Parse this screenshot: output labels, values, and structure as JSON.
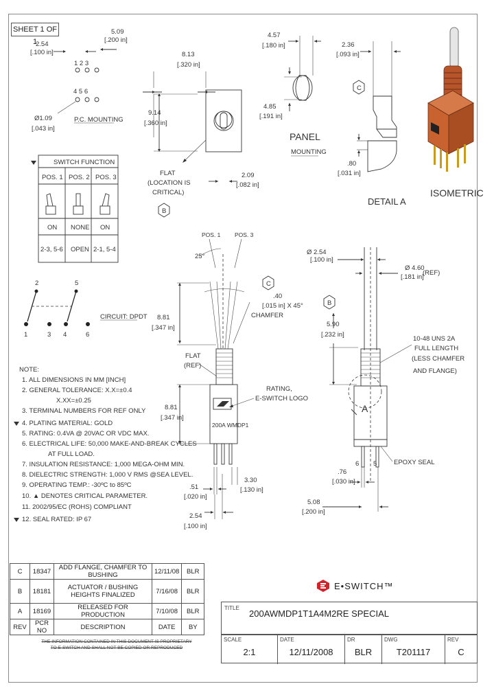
{
  "sheet": "SHEET 1 OF 1",
  "pc_mounting": {
    "dim_509": "5.09",
    "dim_509_in": "[.200 in]",
    "dim_254": "2.54",
    "dim_254_in": "[.100 in]",
    "pins_top": "1  2  3",
    "pins_bottom": "4  5  6",
    "hole_dia": "Ø1.09",
    "hole_dia_in": "[.043 in]",
    "label": "P.C. MOUNTING"
  },
  "panel": {
    "dim_813": "8.13",
    "dim_813_in": "[.320 in]",
    "dim_914": "9.14",
    "dim_914_in": "[.360 in]",
    "dim_209": "2.09",
    "dim_209_in": "[.082 in]",
    "flat_note": [
      "FLAT",
      "(LOCATION IS",
      "CRITICAL)"
    ],
    "critical_b": "B"
  },
  "panel_mounting": {
    "dim_457": "4.57",
    "dim_457_in": "[.180 in]",
    "dim_485": "4.85",
    "dim_485_in": "[.191 in]",
    "title": "PANEL",
    "subtitle": "MOUNTING"
  },
  "detail_a": {
    "dim_236": "2.36",
    "dim_236_in": "[.093 in]",
    "dim_080": ".80",
    "dim_080_in": "[.031 in]",
    "critical_c": "C",
    "label": "DETAIL  A"
  },
  "isometric": {
    "label": "ISOMETRIC",
    "colors": {
      "body": "#c8622e",
      "spring": "#b8542a",
      "pins": "#c89a20"
    }
  },
  "switch_function": {
    "title": "SWITCH FUNCTION",
    "headers": [
      "POS. 1",
      "POS. 2",
      "POS. 3"
    ],
    "states": [
      "ON",
      "NONE",
      "ON"
    ],
    "connections": [
      "2-3, 5-6",
      "OPEN",
      "2-1, 5-4"
    ]
  },
  "circuit": {
    "top_terminals": [
      "2",
      "5"
    ],
    "bottom_terminals": [
      "1",
      "3",
      "4",
      "6"
    ],
    "label": "CIRCUIT: DPDT"
  },
  "front_view": {
    "pos1": "POS. 1",
    "pos3": "POS. 3",
    "angle": "25°",
    "dim_881_top": "8.81",
    "dim_881_top_in": "[.347 in]",
    "dim_881_bot": "8.81",
    "dim_881_bot_in": "[.347 in]",
    "flat_ref": [
      "FLAT",
      "(REF)"
    ],
    "rating_note": [
      "RATING,",
      "E-SWITCH LOGO"
    ],
    "body_text": "200A  WMDP1",
    "dim_051": ".51",
    "dim_051_in": "[.020 in]",
    "dim_330": "3.30",
    "dim_330_in": "[.130 in]",
    "dim_254": "2.54",
    "dim_254_in": "[.100 in]",
    "chamfer": [
      ".40",
      "[.015 in] X 45°",
      "CHAMFER"
    ],
    "critical_c": "C"
  },
  "side_view": {
    "dim_254": "Ø 2.54",
    "dim_254_in": "[.100 in]",
    "dim_460": "Ø 4.60",
    "dim_460_in": "[.181 in]",
    "ref": "(REF)",
    "dim_590": "5.90",
    "dim_590_in": "[.232 in]",
    "thread": [
      "10-48 UNS 2A",
      "FULL LENGTH",
      "(LESS CHAMFER",
      "AND FLANGE)"
    ],
    "detail_a": "A",
    "critical_b": "B",
    "pin_6": "6",
    "pin_5": "5",
    "epoxy": "EPOXY SEAL",
    "dim_076": ".76",
    "dim_076_in": "[.030 in]",
    "dim_508": "5.08",
    "dim_508_in": "[.200 in]"
  },
  "notes": [
    "NOTE:",
    "1. ALL DIMENSIONS IN MM [INCH]",
    "2. GENERAL TOLERANCE: X.X=±0.4",
    "X.XX=±0.25",
    "3. TERMINAL NUMBERS FOR REF ONLY",
    "4. PLATING MATERIAL: GOLD",
    "5. RATING: 0.4VA @ 20VAC OR VDC MAX.",
    "6. ELECTRICAL LIFE: 50,000 MAKE-AND-BREAK CYCLES",
    "AT FULL LOAD.",
    "7. INSULATION RESISTANCE: 1,000 MEGA-OHM MIN.",
    "8. DIELECTRIC STRENGTH: 1,000 V RMS @SEA LEVEL.",
    "9. OPERATING TEMP.: -30ºC to 85ºC",
    "10. ▲ DENOTES CRITICAL PARAMETER.",
    "11. 2002/95/EC (ROHS) COMPLIANT",
    "12. SEAL RATED: IP 67"
  ],
  "revisions": {
    "rows": [
      {
        "rev": "C",
        "pcr": "18347",
        "desc": "ADD FLANGE, CHAMFER TO BUSHING",
        "date": "12/11/08",
        "by": "BLR"
      },
      {
        "rev": "B",
        "pcr": "18181",
        "desc": "ACTUATOR / BUSHING HEIGHTS FINALIZED",
        "date": "7/16/08",
        "by": "BLR"
      },
      {
        "rev": "A",
        "pcr": "18169",
        "desc": "RELEASED FOR PRODUCTION",
        "date": "7/10/08",
        "by": "BLR"
      }
    ],
    "headers": {
      "rev": "REV",
      "pcr": "PCR NO",
      "desc": "DESCRIPTION",
      "date": "DATE",
      "by": "BY"
    }
  },
  "proprietary": "THE INFORMATION CONTAINED IN THIS DOCUMENT IS PROPRIETARY TO E-SWITCH AND SHALL NOT BE COPIED OR REPRODUCED",
  "brand": {
    "name": "E•SWITCH™",
    "color": "#d2232a"
  },
  "title_block": {
    "title_label": "TITLE",
    "title": "200AWMDP1T1A4M2RE SPECIAL",
    "scale_label": "SCALE",
    "scale": "2:1",
    "date_label": "DATE",
    "date": "12/11/2008",
    "dr_label": "DR",
    "dr": "BLR",
    "dwg_label": "DWG",
    "dwg": "T201117",
    "rev_label": "REV",
    "rev": "C"
  }
}
